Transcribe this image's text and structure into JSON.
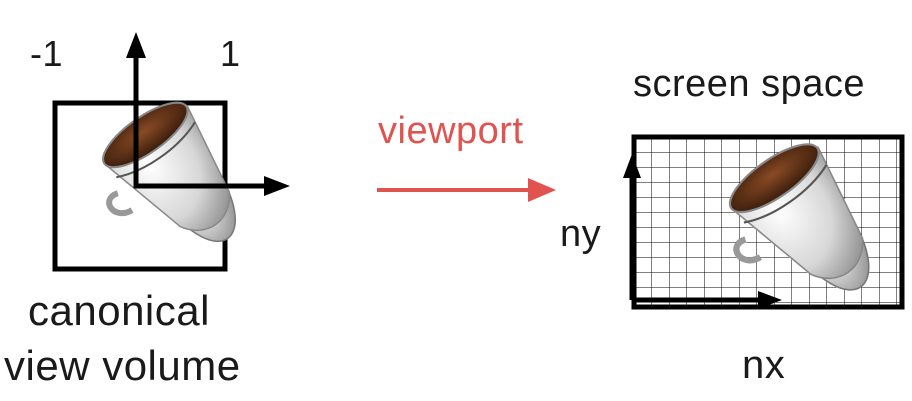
{
  "left_panel": {
    "tick_min_label": "-1",
    "tick_max_label": "1",
    "caption_line1": "canonical",
    "caption_line2": "view volume"
  },
  "transform": {
    "label": "viewport",
    "color": "#e0534f"
  },
  "right_panel": {
    "title": "screen space",
    "y_label": "ny",
    "x_label": "nx"
  },
  "colors": {
    "ink": "#000000",
    "text": "#1a1a1a",
    "grid": "#000000"
  }
}
